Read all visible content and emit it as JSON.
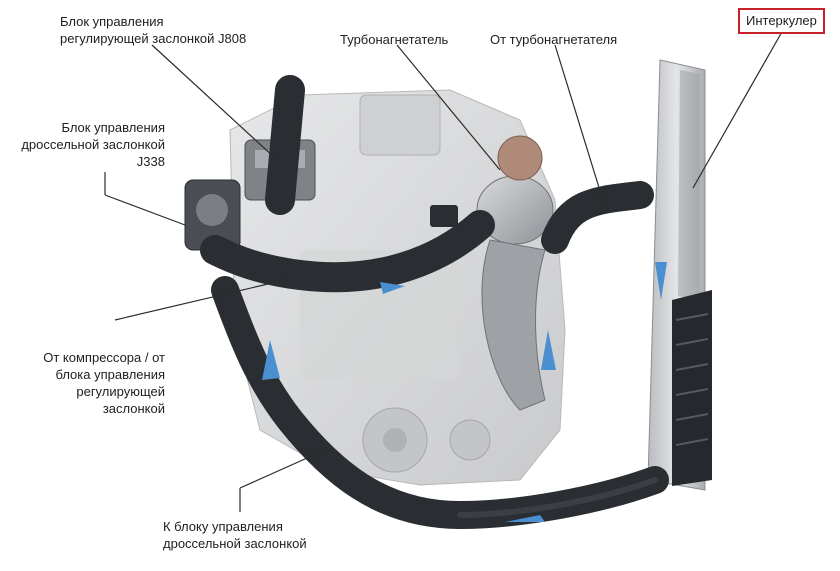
{
  "labels": {
    "j808": [
      "Блок управления",
      "регулирующей заслонкой J808"
    ],
    "turbo": [
      "Турбонагнетатель"
    ],
    "from_turbo": [
      "От турбонагнетателя"
    ],
    "intercooler": [
      "Интеркулер"
    ],
    "j338": [
      "Блок управления",
      "дроссельной заслонкой",
      "J338"
    ],
    "from_compressor": [
      "От компрессора / от",
      "блока управления",
      "регулирующей",
      "заслонкой"
    ],
    "to_throttle": [
      "К блоку управления",
      "дроссельной заслонкой"
    ]
  },
  "colors": {
    "highlight_border": "#c8202b",
    "flow_arrow": "#4a8fd0",
    "hose": "#2a2d31",
    "engine": "#d8d9da"
  }
}
